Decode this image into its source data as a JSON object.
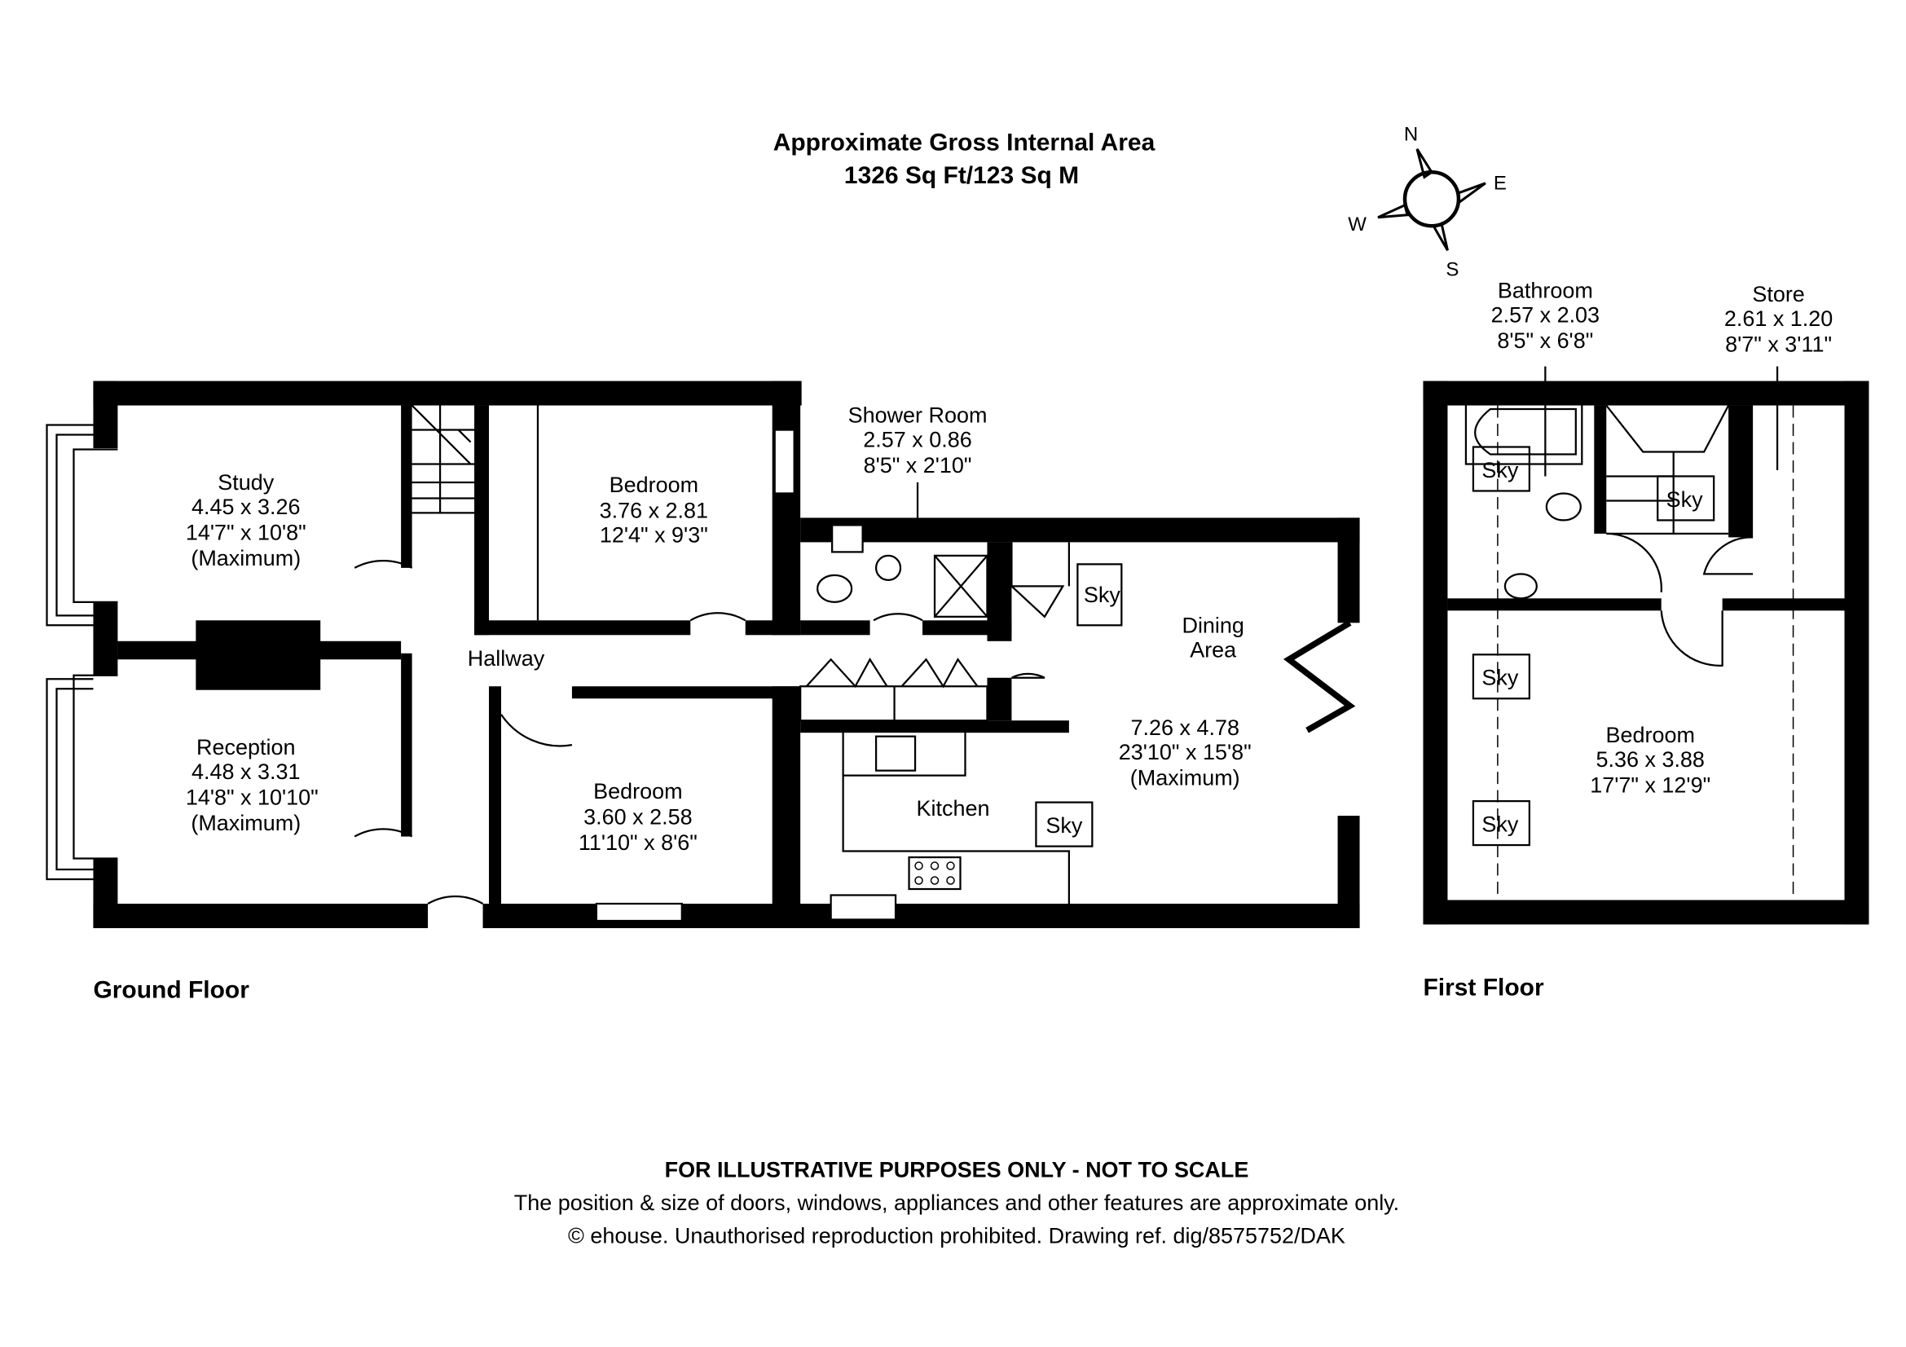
{
  "title": {
    "line1": "Approximate Gross Internal Area",
    "line2": "1326 Sq Ft/123 Sq M"
  },
  "compass": {
    "n": "N",
    "e": "E",
    "s": "S",
    "w": "W"
  },
  "floors": {
    "ground": "Ground Floor",
    "first": "First Floor"
  },
  "rooms": {
    "study": [
      "Study",
      "4.45 x 3.26",
      "14'7\" x 10'8\"",
      "(Maximum)"
    ],
    "reception": [
      "Reception",
      "4.48 x 3.31",
      "14'8\" x 10'10\"",
      "(Maximum)"
    ],
    "bedroom1": [
      "Bedroom",
      "3.76 x 2.81",
      "12'4\" x 9'3\""
    ],
    "bedroom2": [
      "Bedroom",
      "3.60 x 2.58",
      "11'10\" x 8'6\""
    ],
    "shower": [
      "Shower Room",
      "2.57 x 0.86",
      "8'5\" x 2'10\""
    ],
    "hallway": "Hallway",
    "dining": [
      "Dining",
      "Area",
      "7.26 x 4.78",
      "23'10\" x 15'8\"",
      "(Maximum)"
    ],
    "kitchen": "Kitchen",
    "bathroom": [
      "Bathroom",
      "2.57 x 2.03",
      "8'5\" x 6'8\""
    ],
    "store": [
      "Store",
      "2.61 x 1.20",
      "8'7\" x 3'11\""
    ],
    "bedroom3": [
      "Bedroom",
      "5.36 x 3.88",
      "17'7\" x 12'9\""
    ]
  },
  "skylight_label": "Sky",
  "footer": {
    "line1": "FOR ILLUSTRATIVE PURPOSES ONLY - NOT TO SCALE",
    "line2": "The position & size of doors, windows, appliances and other features are approximate only.",
    "line3": "© ehouse. Unauthorised reproduction prohibited. Drawing ref. dig/8575752/DAK"
  }
}
